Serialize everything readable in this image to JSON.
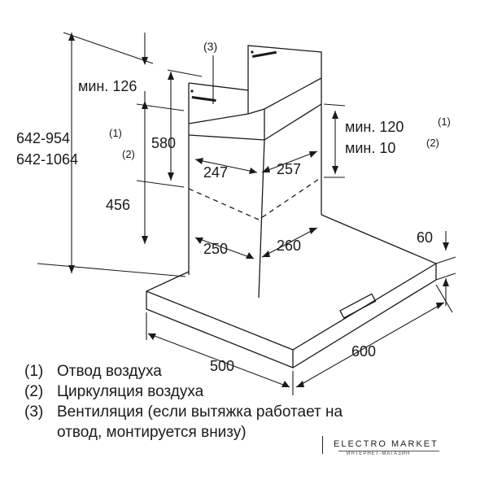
{
  "dimensions": {
    "callout_3": "(3)",
    "min_126": "мин. 126",
    "d580": "580",
    "total_1": "642-954",
    "total_1_note": "(1)",
    "total_2": "642-1064",
    "total_2_note": "(2)",
    "d456": "456",
    "d247": "247",
    "d257": "257",
    "d250": "250",
    "d260": "260",
    "min_120": "мин. 120",
    "min_120_note": "(1)",
    "min_10": "мин. 10",
    "min_10_note": "(2)",
    "d60": "60",
    "d500": "500",
    "d600": "600"
  },
  "legend": [
    {
      "num": "(1)",
      "text": "Отвод воздуха"
    },
    {
      "num": "(2)",
      "text": "Циркуляция воздуха"
    },
    {
      "num": "(3)",
      "text": "Вентиляция (если вытяжка работает на\nотвод, монтируется внизу)"
    }
  ],
  "logo": {
    "name": "ELECTRO MARKET",
    "tagline": "ИНТЕРНЕТ-МАГАЗИН"
  },
  "colors": {
    "line": "#1a1a1a"
  }
}
